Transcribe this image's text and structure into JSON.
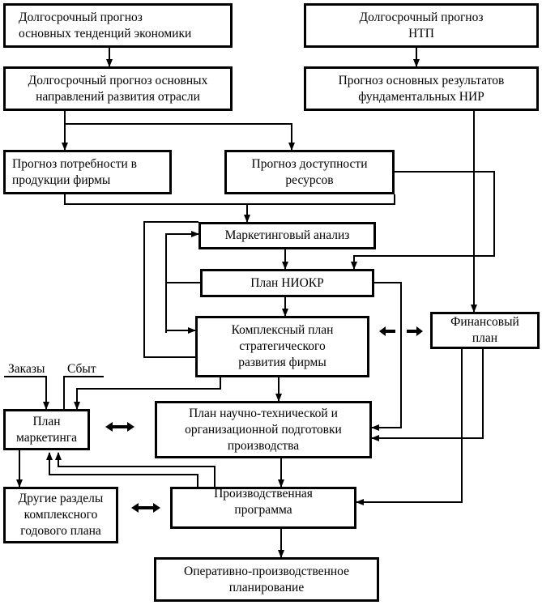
{
  "boxes": {
    "econ": "Долгосрочный прогноз\nосновных тенденций экономики",
    "ntp": "Долгосрочный прогноз\nНТП",
    "industry": "Долгосрочный прогноз основных\nнаправлений развития отрасли",
    "nir": "Прогноз основных результатов\nфундаментальных НИР",
    "needs": "Прогноз потребности в\nпродукции фирмы",
    "resources": "Прогноз доступности\nресурсов",
    "marketing_analysis": "Маркетинговый анализ",
    "niokr": "План НИОКР",
    "strategic": "Комплексный план\nстратегического\nразвития фирмы",
    "financial": "Финансовый\nплан",
    "marketing_plan": "План\nмаркетинга",
    "tech_prep": "План научно-технической и\nорганизационной подготовки\nпроизводства",
    "other_sections": "Другие разделы\nкомплексного\nгодового плана",
    "production": "Производственная\nпрограмма",
    "operational": "Оперативно-производственное\nпланирование"
  },
  "labels": {
    "orders": "Заказы",
    "sales": "Сбыт"
  }
}
